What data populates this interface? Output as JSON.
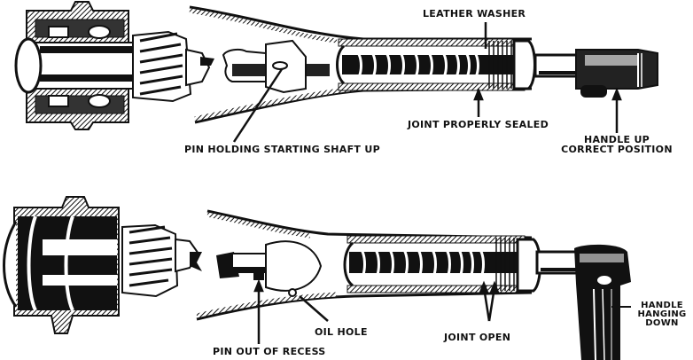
{
  "figure": {
    "top_panel": {
      "name": "Handle up - correct position",
      "labels": {
        "leather_washer": "LEATHER WASHER",
        "joint_sealed": "JOINT PROPERLY SEALED",
        "pin_holding": "PIN HOLDING STARTING SHAFT UP",
        "handle_up_line1": "HANDLE UP",
        "handle_up_line2": "CORRECT POSITION"
      }
    },
    "bottom_panel": {
      "name": "Handle hanging down - incorrect position",
      "labels": {
        "oil_hole": "OIL HOLE",
        "joint_open": "JOINT OPEN",
        "pin_out": "PIN OUT OF RECESS",
        "handle_down_line1": "HANDLE",
        "handle_down_line2": "HANGING",
        "handle_down_line3": "DOWN"
      }
    },
    "colors": {
      "ink": "#111111",
      "paper": "#ffffff"
    }
  }
}
